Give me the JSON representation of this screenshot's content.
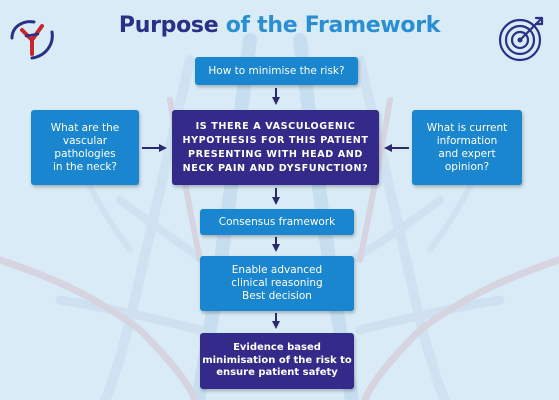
{
  "title": {
    "part1": "Purpose ",
    "part2": "of the Framework"
  },
  "boxes": {
    "top": "How to minimise the risk?",
    "left": "What are the\nvascular\npathologies\nin the neck?",
    "center": "IS THERE A VASCULOGENIC\nHYPOTHESIS FOR THIS PATIENT\nPRESENTING WITH HEAD AND\nNECK PAIN AND DYSFUNCTION?",
    "right": "What is current\ninformation\nand expert\nopinion?",
    "consensus": "Consensus framework",
    "reasoning": "Enable advanced\nclinical reasoning\nBest decision",
    "evidence": "Evidence based\nminimisation of the risk to\nensure patient safety"
  },
  "colors": {
    "title_dark": "#2a2f88",
    "title_accent": "#2a8fd2",
    "box_blue": "#1a86cf",
    "box_purple": "#332a8a",
    "arrow": "#2a2a6e",
    "background": "#d8ebf6"
  },
  "icons": {
    "logo": "vascular-logo-icon",
    "target": "target-icon"
  }
}
